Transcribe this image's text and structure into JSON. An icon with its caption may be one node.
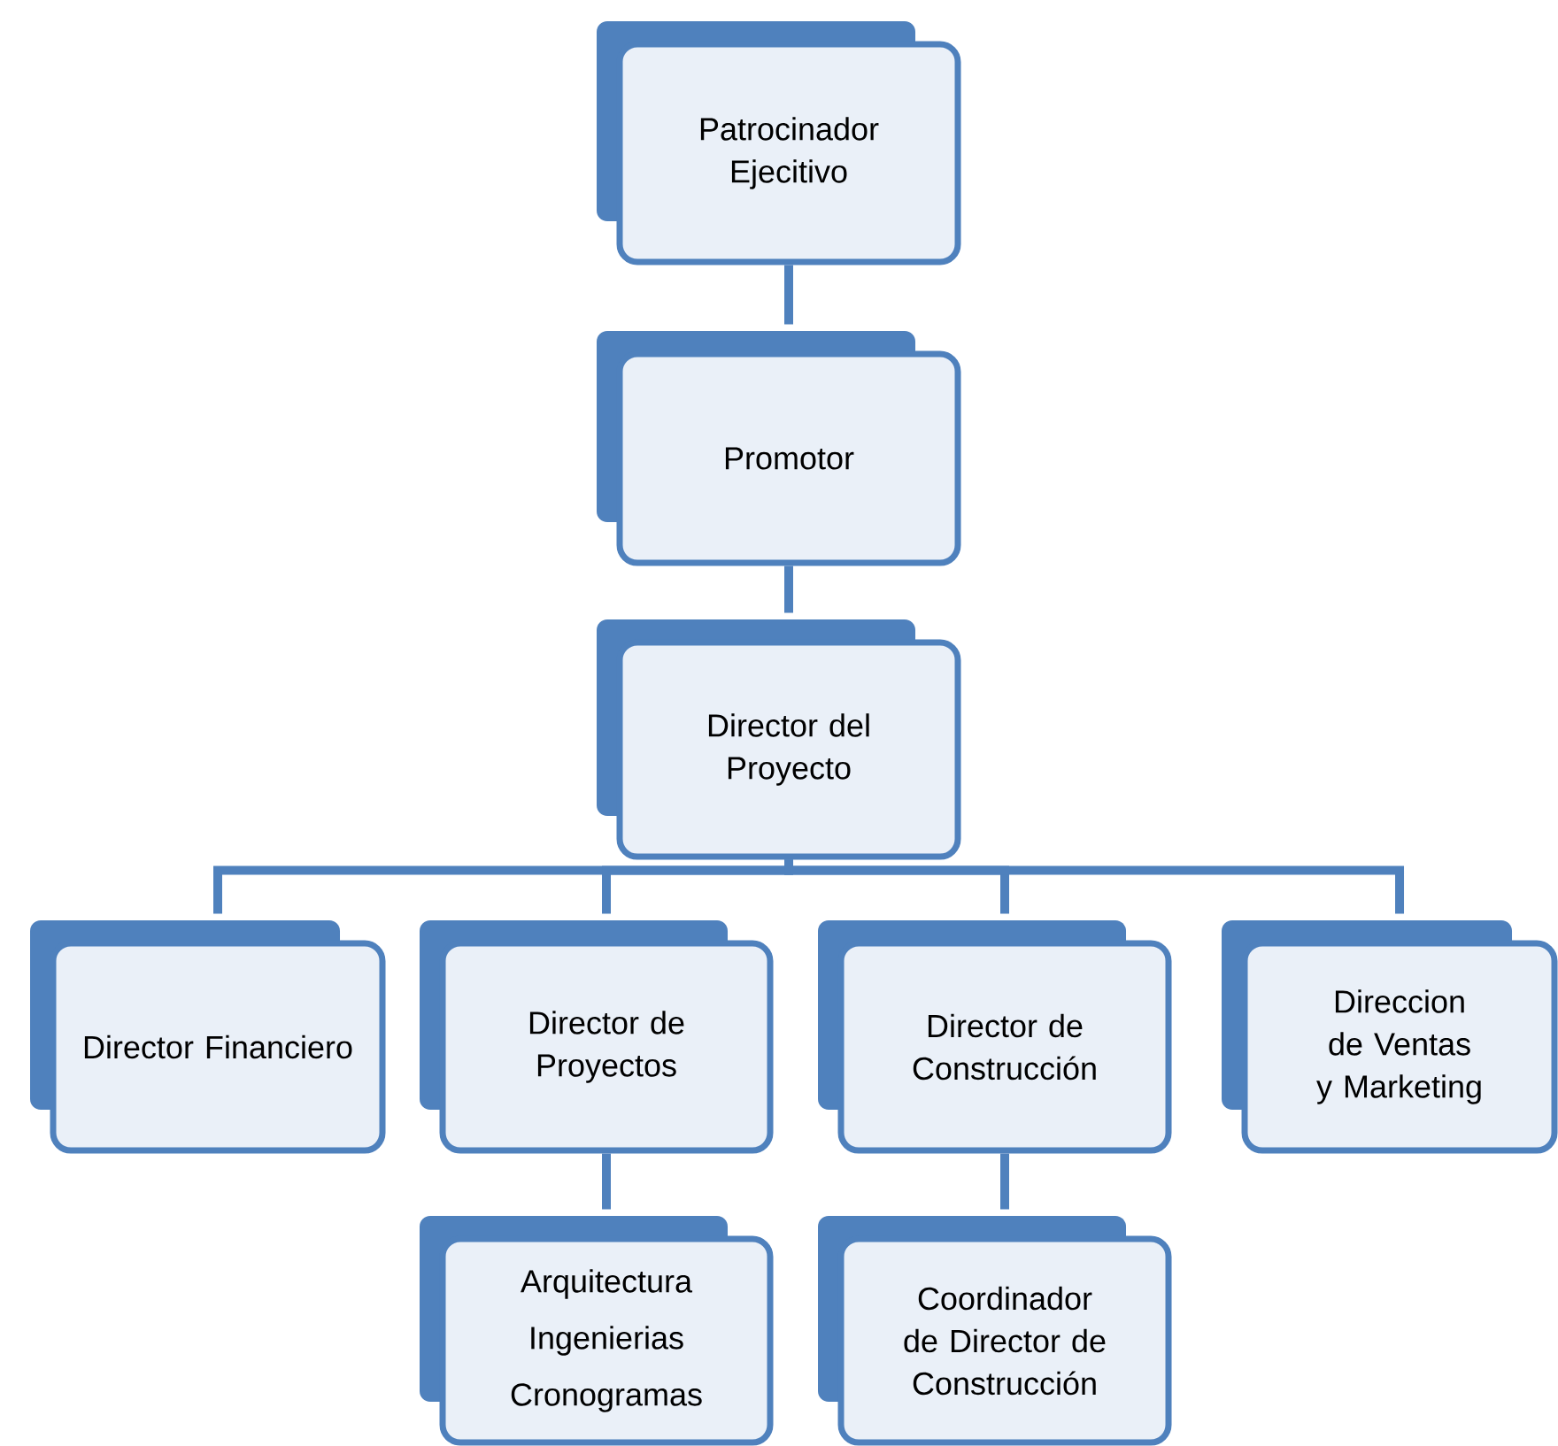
{
  "diagram": {
    "nodes": [
      {
        "text": [
          "Patrocinador Ejecitivo"
        ]
      },
      {
        "text": [
          "Promotor"
        ]
      },
      {
        "text": [
          "Director del Proyecto"
        ]
      },
      {
        "text": [
          "Director Financiero"
        ]
      },
      {
        "text": [
          "Director de Proyectos"
        ]
      },
      {
        "text": [
          "Director de Construcción"
        ]
      },
      {
        "text": [
          "Direccion de Ventas y Marketing"
        ]
      },
      {
        "text": [
          "Arquitectura",
          "Ingenierias",
          "Cronogramas"
        ]
      },
      {
        "text": [
          "Coordinador de Director de Construcción"
        ]
      }
    ],
    "edges": [
      {
        "from": 0,
        "to": 1,
        "arrow": "none"
      },
      {
        "from": 1,
        "to": 2,
        "arrow": "none"
      },
      {
        "from": 2,
        "to": 3,
        "arrow": "none"
      },
      {
        "from": 2,
        "to": 4,
        "arrow": "none"
      },
      {
        "from": 2,
        "to": 5,
        "arrow": "none"
      },
      {
        "from": 2,
        "to": 6,
        "arrow": "none"
      },
      {
        "from": 4,
        "to": 7,
        "arrow": "none"
      },
      {
        "from": 5,
        "to": 8,
        "arrow": "none"
      }
    ]
  }
}
